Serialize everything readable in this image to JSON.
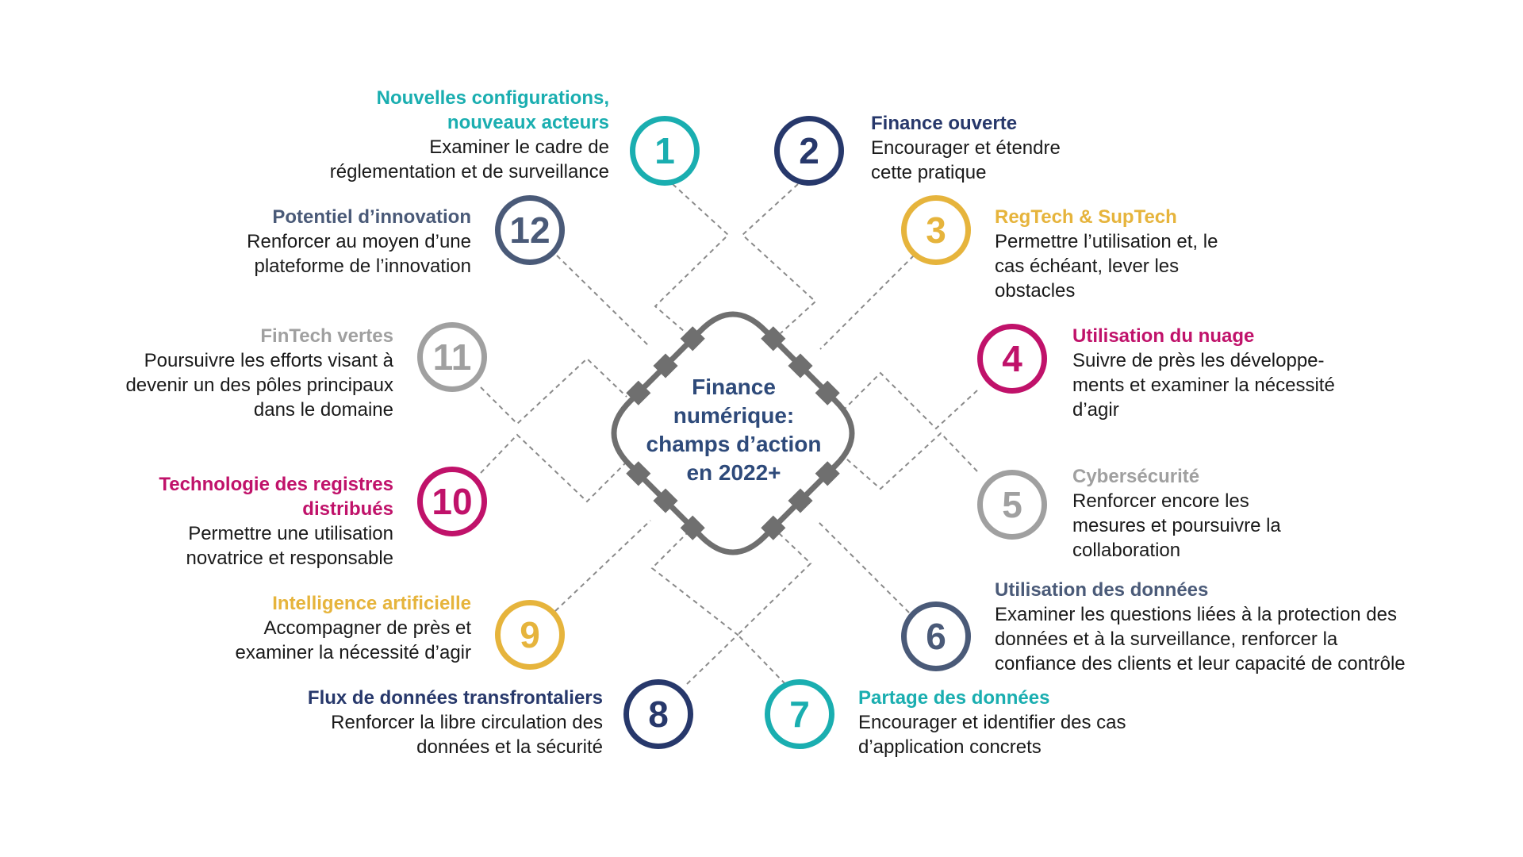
{
  "center": {
    "label_lines": [
      "Finance",
      "numérique:",
      "champs d’action",
      "en 2022+"
    ]
  },
  "colors": {
    "teal": "#1aaeb0",
    "navy": "#27386b",
    "slate": "#4a5a78",
    "gold": "#e6b43c",
    "magenta": "#c0126a",
    "grey": "#a0a0a0",
    "hub": "#6f6f6f",
    "connector": "#8a8a8a"
  },
  "nodes": [
    {
      "number": "1",
      "color": "#1aaeb0",
      "title_color": "#1aaeb0",
      "title_lines": [
        "Nouvelles configurations,",
        "nouveaux acteurs"
      ],
      "desc_lines": [
        "Examiner le cadre de",
        "réglementation et de surveillance"
      ]
    },
    {
      "number": "2",
      "color": "#27386b",
      "title_color": "#27386b",
      "title_lines": [
        "Finance ouverte"
      ],
      "desc_lines": [
        "Encourager et étendre",
        "cette pratique"
      ]
    },
    {
      "number": "3",
      "color": "#e6b43c",
      "title_color": "#e6b43c",
      "title_lines": [
        "RegTech & SupTech"
      ],
      "desc_lines": [
        "Permettre l’utilisation et, le",
        "cas échéant, lever les",
        "obstacles"
      ]
    },
    {
      "number": "4",
      "color": "#c0126a",
      "title_color": "#c0126a",
      "title_lines": [
        "Utilisation du nuage"
      ],
      "desc_lines": [
        "Suivre de près les développe-",
        "ments et examiner la nécessité",
        "d’agir"
      ]
    },
    {
      "number": "5",
      "color": "#a0a0a0",
      "title_color": "#a0a0a0",
      "title_lines": [
        "Cybersécurité"
      ],
      "desc_lines": [
        "Renforcer encore les",
        "mesures et poursuivre la",
        "collaboration"
      ]
    },
    {
      "number": "6",
      "color": "#4a5a78",
      "title_color": "#4a5a78",
      "title_lines": [
        "Utilisation des données"
      ],
      "desc_lines": [
        "Examiner les questions liées à la protection des",
        "données et à la surveillance, renforcer la",
        "confiance des clients et leur capacité de contrôle"
      ]
    },
    {
      "number": "7",
      "color": "#1aaeb0",
      "title_color": "#1aaeb0",
      "title_lines": [
        "Partage des données"
      ],
      "desc_lines": [
        "Encourager et identifier des cas",
        "d’application concrets"
      ]
    },
    {
      "number": "8",
      "color": "#27386b",
      "title_color": "#27386b",
      "title_lines": [
        "Flux de données transfrontaliers"
      ],
      "desc_lines": [
        "Renforcer la libre circulation des",
        "données et la sécurité"
      ]
    },
    {
      "number": "9",
      "color": "#e6b43c",
      "title_color": "#e6b43c",
      "title_lines": [
        "Intelligence artificielle"
      ],
      "desc_lines": [
        "Accompagner de près et",
        "examiner la nécessité d’agir"
      ]
    },
    {
      "number": "10",
      "color": "#c0126a",
      "title_color": "#c0126a",
      "title_lines": [
        "Technologie des registres",
        "distribués"
      ],
      "desc_lines": [
        "Permettre une utilisation",
        "novatrice et responsable"
      ]
    },
    {
      "number": "11",
      "color": "#a0a0a0",
      "title_color": "#a0a0a0",
      "title_lines": [
        "FinTech vertes"
      ],
      "desc_lines": [
        "Poursuivre les efforts visant à",
        "devenir un des pôles principaux",
        "dans le domaine"
      ]
    },
    {
      "number": "12",
      "color": "#4a5a78",
      "title_color": "#4a5a78",
      "title_lines": [
        "Potentiel d’innovation"
      ],
      "desc_lines": [
        "Renforcer au moyen d’une",
        "plateforme de l’innovation"
      ]
    }
  ]
}
